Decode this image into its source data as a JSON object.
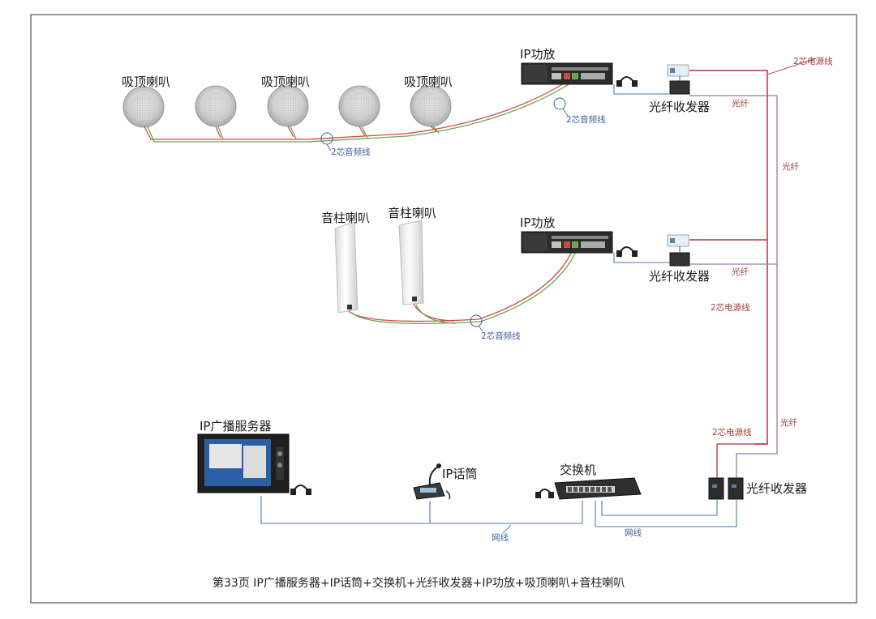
{
  "labels": {
    "ceiling_speaker_1": "吸顶喇叭",
    "ceiling_speaker_2": "吸顶喇叭",
    "ceiling_speaker_3": "吸顶喇叭",
    "amp_top": "IP功放",
    "amp_mid": "IP功放",
    "converter_top": "光纤收发器",
    "converter_mid": "光纤收发器",
    "converter_bottom": "光纤收发器",
    "column_speaker_1": "音柱喇叭",
    "column_speaker_2": "音柱喇叭",
    "server": "IP广播服务器",
    "mic": "IP话筒",
    "switch": "交换机"
  },
  "wires": {
    "audio_top_right": "2芯音频线",
    "audio_top_bottom": "2芯音频线",
    "audio_mid": "2芯音频线",
    "power_top": "2芯电源线",
    "power_mid": "2芯电源线",
    "power_bottom": "2芯电源线",
    "fiber_top": "光纤",
    "fiber_right": "光纤",
    "fiber_mid": "光纤",
    "fiber_bottom": "光纤",
    "network_left": "网线",
    "network_right": "网线"
  },
  "caption": "第33页  IP广播服务器+IP话筒+交换机+光纤收发器+IP功放+吸顶喇叭+音柱喇叭",
  "colors": {
    "audio_red": "#d04a4a",
    "audio_green": "#6aa84f",
    "power_red": "#b5303a",
    "fiber_purple": "#9a78b0",
    "network_blue": "#6d8fc4"
  }
}
